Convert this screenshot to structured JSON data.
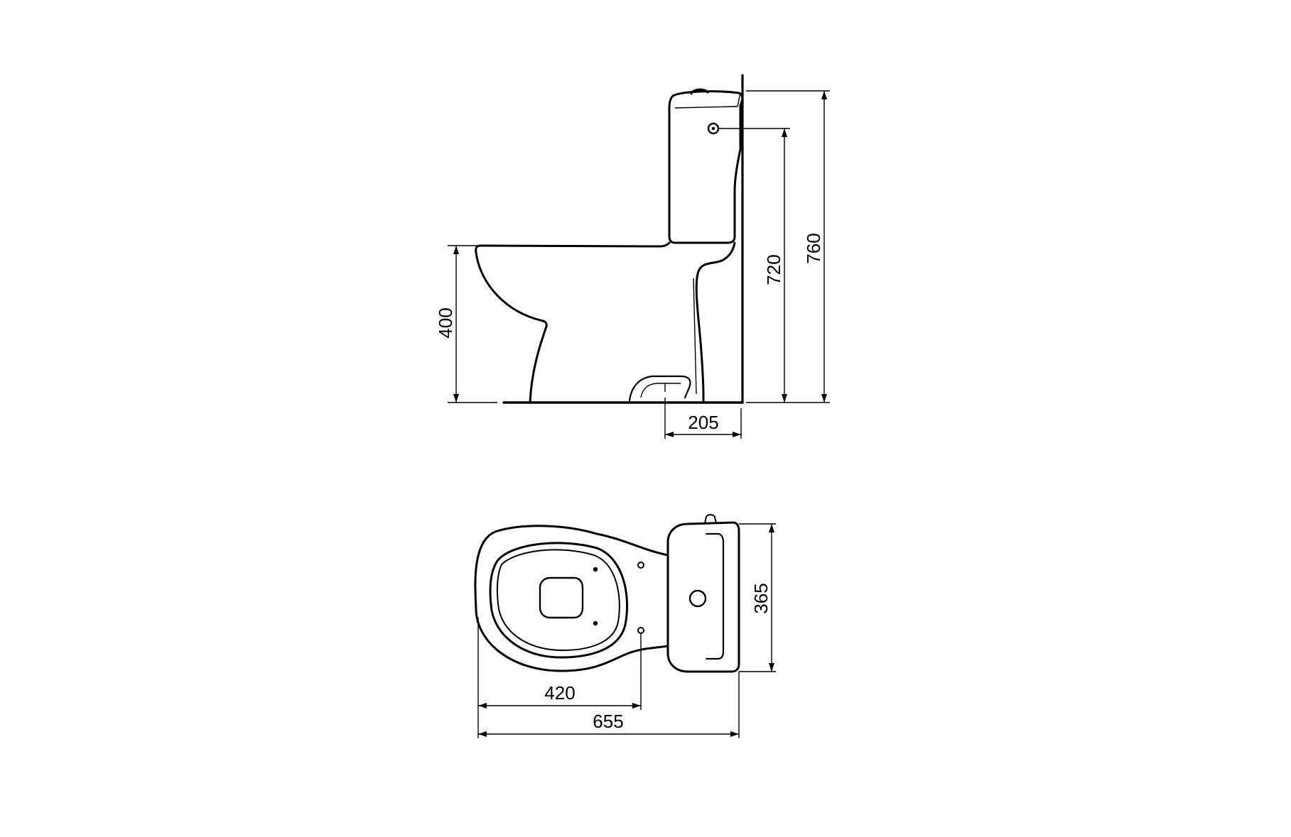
{
  "colors": {
    "line": "#000000",
    "background": "#ffffff"
  },
  "side_view": {
    "dimensions": {
      "seat_height": "400",
      "inlet_height": "720",
      "total_height": "760",
      "outlet_distance": "205"
    }
  },
  "top_view": {
    "dimensions": {
      "cistern_width": "365",
      "mounting_hole_distance": "420",
      "total_length": "655"
    }
  }
}
